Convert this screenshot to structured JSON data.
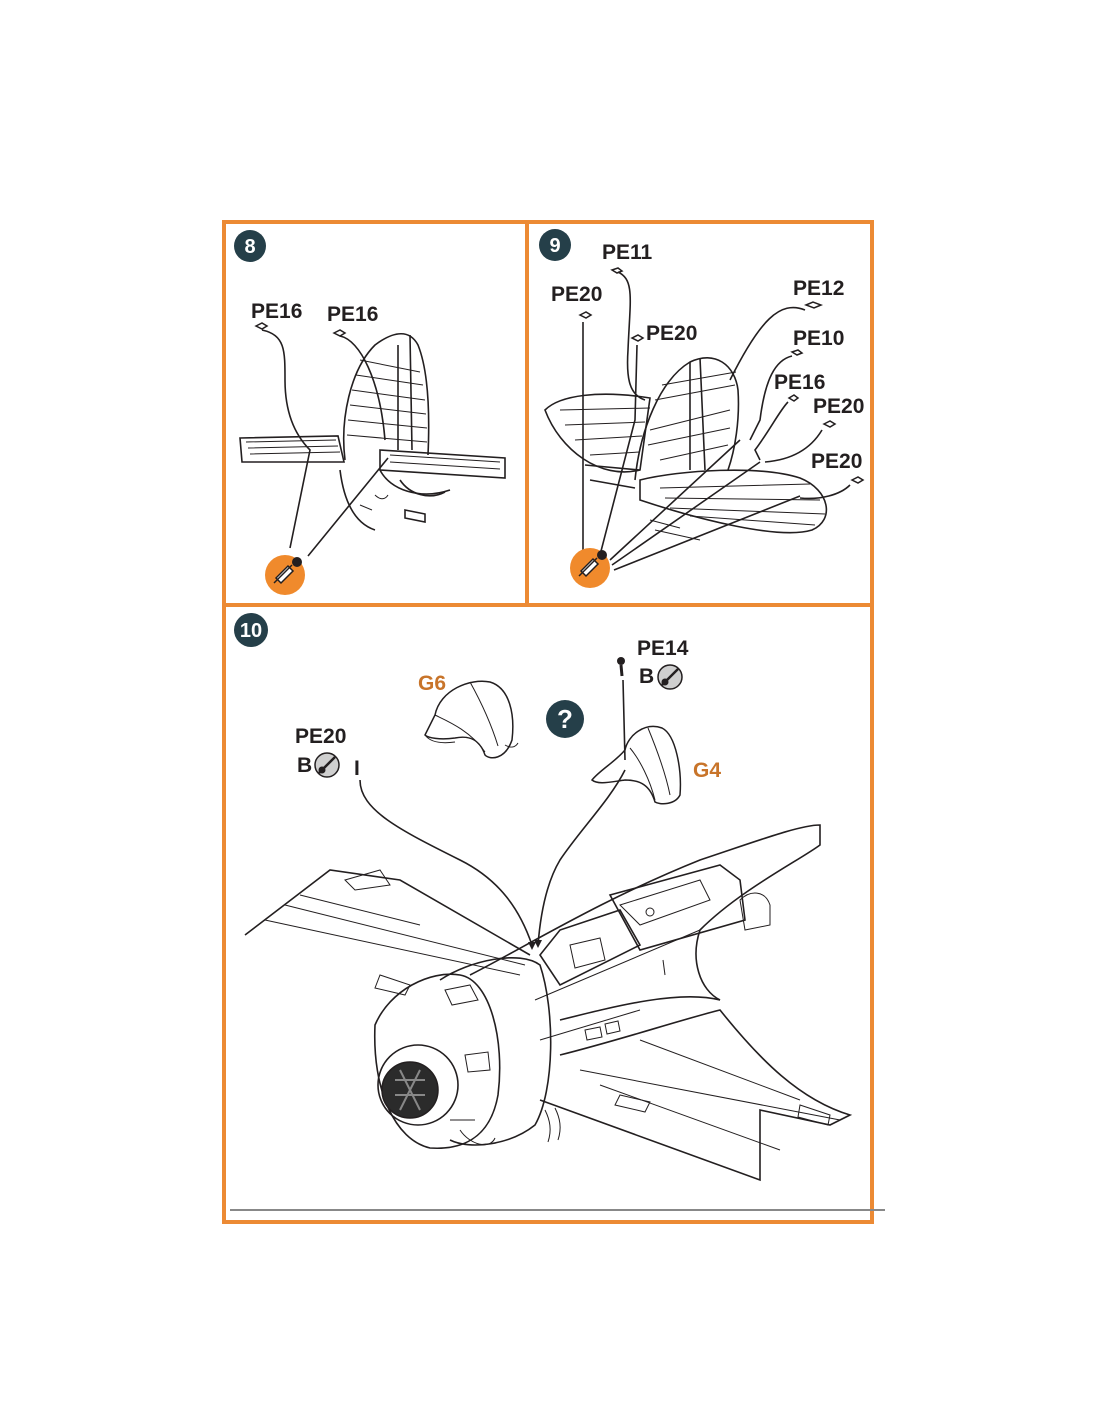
{
  "colors": {
    "frame": "#ec8a34",
    "badge": "#253f49",
    "ink": "#231f20",
    "glue": "#f08a2c",
    "grey": "#cfcfcf",
    "partG": "#c8742a"
  },
  "steps": [
    {
      "number": "8",
      "labels": [
        "PE16",
        "PE16"
      ],
      "icons": [
        "glue-icon"
      ]
    },
    {
      "number": "9",
      "labels": [
        "PE11",
        "PE20",
        "PE20",
        "PE12",
        "PE10",
        "PE16",
        "PE20",
        "PE20"
      ],
      "icons": [
        "glue-icon"
      ]
    },
    {
      "number": "10",
      "labels": [
        "G6",
        "PE14",
        "B",
        "PE20",
        "B",
        "I",
        "G4"
      ],
      "icons": [
        "optional-question-icon",
        "paint-icon",
        "paint-icon"
      ]
    }
  ]
}
